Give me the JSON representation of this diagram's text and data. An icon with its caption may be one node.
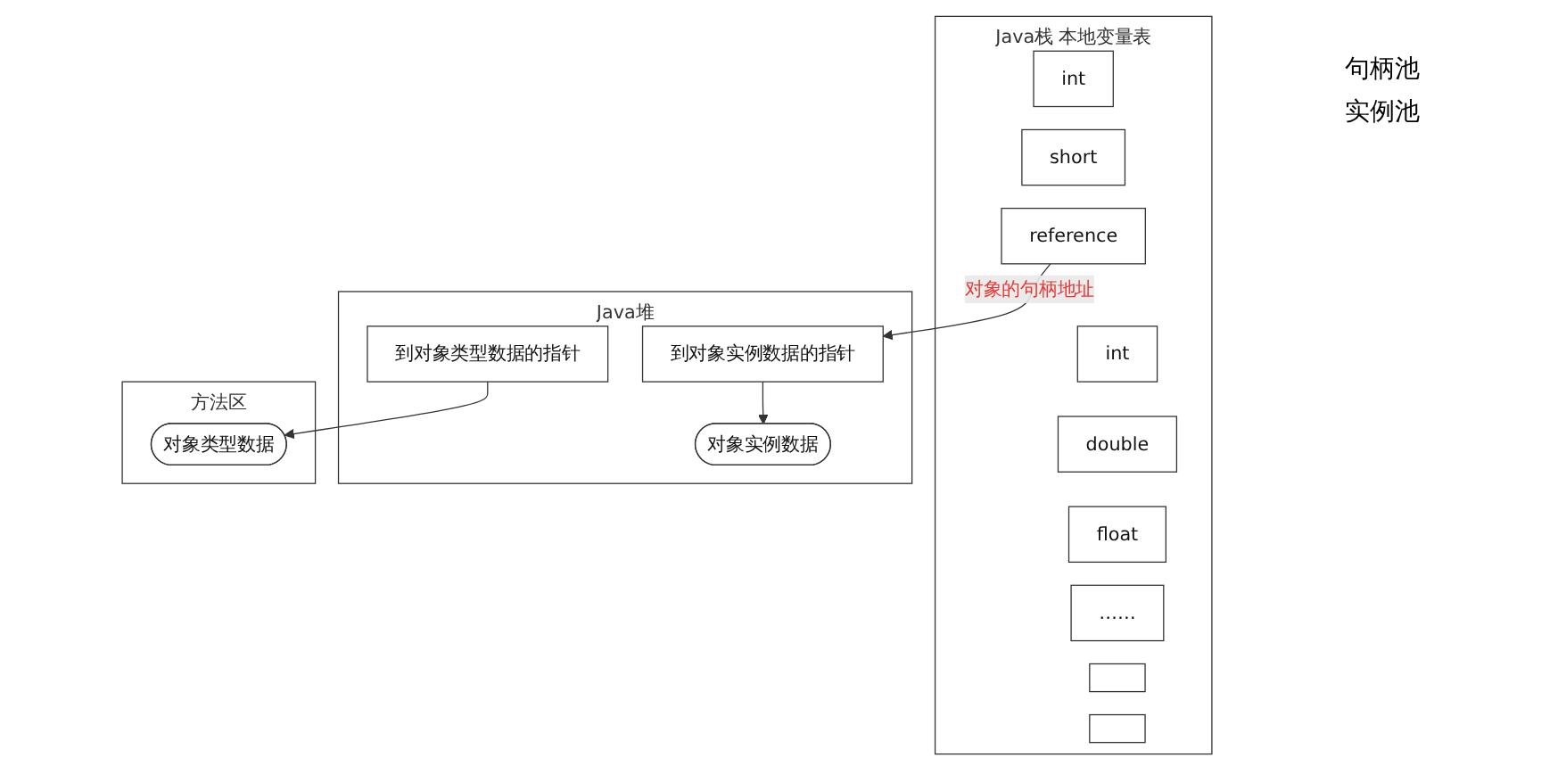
{
  "diagram": {
    "nodes": [
      {
        "text": [
          "Java栈 本地变量表"
        ]
      },
      {
        "text": [
          "int"
        ],
        "in": 0
      },
      {
        "text": [
          "short"
        ],
        "in": 0
      },
      {
        "text": [
          "reference"
        ],
        "in": 0
      },
      {
        "text": [
          "int"
        ],
        "in": 0
      },
      {
        "text": [
          "double"
        ],
        "in": 0
      },
      {
        "text": [
          "float"
        ],
        "in": 0
      },
      {
        "text": [
          "……"
        ],
        "in": 0
      },
      {
        "text": [],
        "shape": "box",
        "in": 0
      },
      {
        "text": [],
        "shape": "box",
        "in": 0
      },
      {
        "text": [
          "Java堆"
        ]
      },
      {
        "text": [
          "到对象实例数据的指针"
        ],
        "in": 10
      },
      {
        "text": [
          "到对象类型数据的指针"
        ],
        "in": 10
      },
      {
        "text": [
          "对象实例数据"
        ],
        "in": 10
      },
      {
        "text": [
          "方法区"
        ]
      },
      {
        "text": [
          "对象类型数据"
        ],
        "in": 14
      }
    ],
    "edges": [
      {
        "from": 3,
        "to": 11,
        "arrow": "to",
        "label": "对象的句柄地址"
      },
      {
        "from": 11,
        "to": 13,
        "arrow": "to"
      },
      {
        "from": 12,
        "to": 15,
        "arrow": "to"
      }
    ],
    "labels": [
      "句柄池",
      "实例池"
    ]
  }
}
